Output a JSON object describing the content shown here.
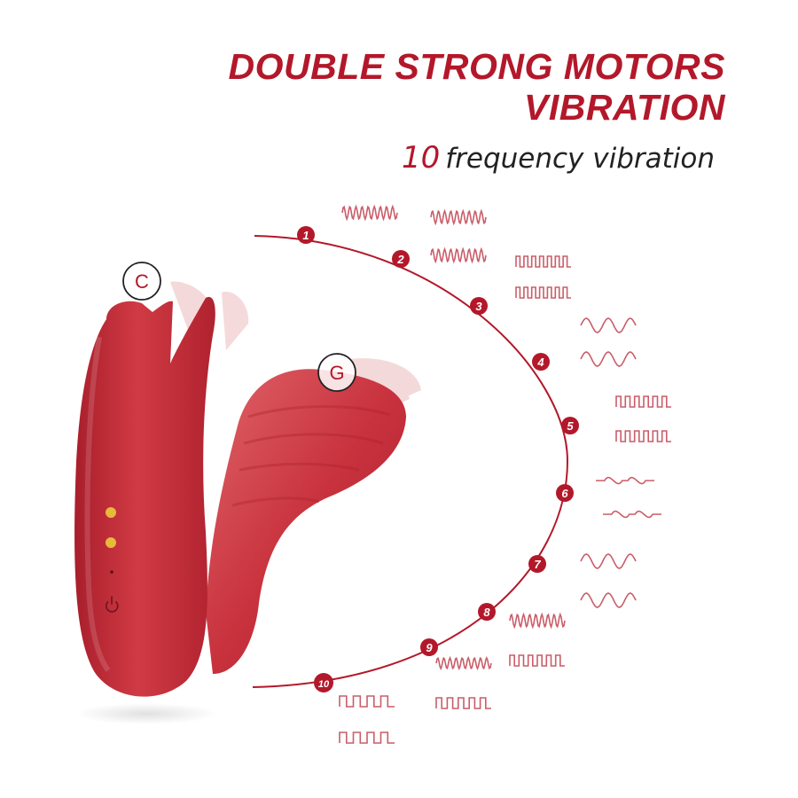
{
  "headline": {
    "line1": "DOUBLE STRONG MOTORS",
    "line2": "VIBRATION"
  },
  "subheadline": {
    "number": "10",
    "text": "frequency vibration"
  },
  "markers": {
    "clitoral": "C",
    "gspot": "G"
  },
  "modes": [
    "1",
    "2",
    "3",
    "4",
    "5",
    "6",
    "7",
    "8",
    "9",
    "10"
  ],
  "colors": {
    "brand_red": "#b3182a",
    "product_red": "#c8323d",
    "button_gold": "#e8b93a",
    "text_dark": "#222222"
  },
  "icons": {
    "power_button": "power-icon",
    "indicator_lights": "led-dot"
  }
}
